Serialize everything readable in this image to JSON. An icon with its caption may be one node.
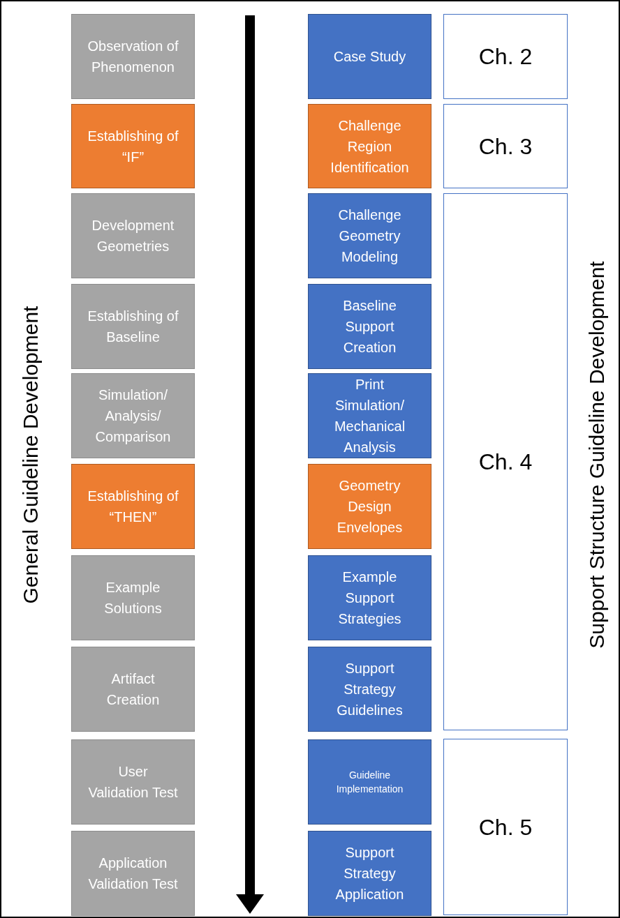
{
  "diagram": {
    "nodes": [
      {
        "text": [
          "Observation of Phenomenon"
        ]
      },
      {
        "text": [
          "Establishing of “IF”"
        ]
      },
      {
        "text": [
          "Development Geometries"
        ]
      },
      {
        "text": [
          "Establishing of Baseline"
        ]
      },
      {
        "text": [
          "Simulation/ Analysis/ Comparison"
        ]
      },
      {
        "text": [
          "Establishing of “THEN”"
        ]
      },
      {
        "text": [
          "Example Solutions"
        ]
      },
      {
        "text": [
          "Artifact Creation"
        ]
      },
      {
        "text": [
          "User Validation Test"
        ]
      },
      {
        "text": [
          "Application Validation Test"
        ]
      },
      {
        "text": [
          "Case Study"
        ]
      },
      {
        "text": [
          "Challenge Region Identification"
        ]
      },
      {
        "text": [
          "Challenge Geometry Modeling"
        ]
      },
      {
        "text": [
          "Baseline Support Creation"
        ]
      },
      {
        "text": [
          "Print Simulation/ Mechanical Analysis"
        ]
      },
      {
        "text": [
          "Geometry Design Envelopes"
        ]
      },
      {
        "text": [
          "Example Support Strategies"
        ]
      },
      {
        "text": [
          "Support Strategy Guidelines"
        ]
      },
      {
        "text": [
          "Guideline Implementation"
        ]
      },
      {
        "text": [
          "Support Strategy Application"
        ]
      },
      {
        "text": [
          "Ch. 2"
        ]
      },
      {
        "text": [
          "Ch. 3"
        ]
      },
      {
        "text": [
          "Ch. 4"
        ]
      },
      {
        "text": [
          "Ch. 5"
        ]
      }
    ],
    "edges": [],
    "labels": [
      "General Guideline Development",
      "Support Structure Guideline Development"
    ]
  }
}
